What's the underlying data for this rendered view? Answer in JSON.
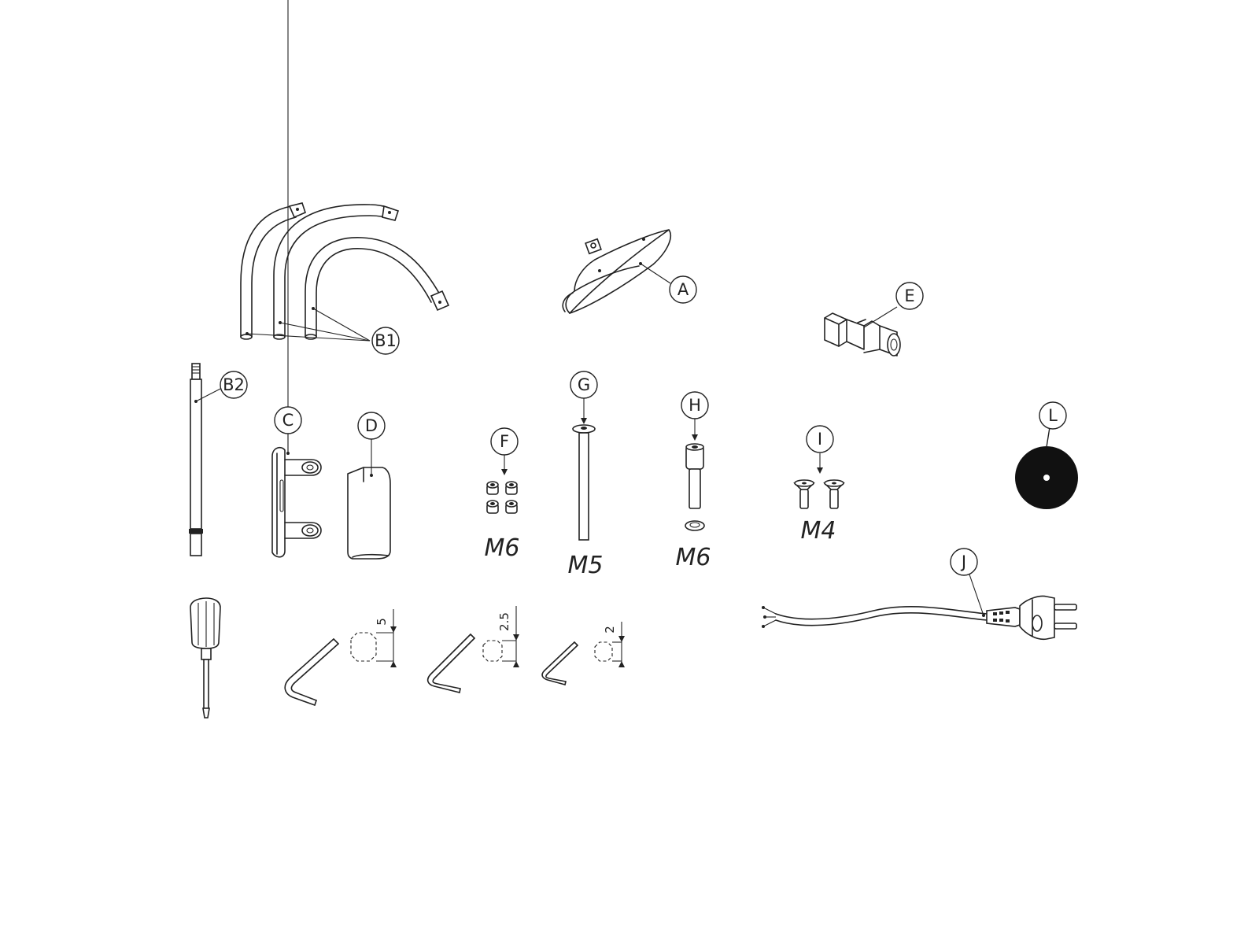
{
  "parts": {
    "A": "A",
    "B1": "B1",
    "B2": "B2",
    "C": "C",
    "D": "D",
    "E": "E",
    "F": "F",
    "G": "G",
    "H": "H",
    "I": "I",
    "J": "J",
    "L": "L"
  },
  "thread_sizes": {
    "F": "M6",
    "G": "M5",
    "H": "M6",
    "I": "M4"
  },
  "hex_key_sizes": {
    "large": "5",
    "medium": "2.5",
    "small": "2"
  },
  "icons": [
    "arm-tube-icon",
    "lamp-shade-icon",
    "coupler-icon",
    "pole-icon",
    "bracket-icon",
    "cover-icon",
    "nut-icon",
    "screw-icon",
    "washer-icon",
    "plug-cable-icon",
    "disc-icon",
    "screwdriver-icon",
    "hex-key-icon"
  ]
}
